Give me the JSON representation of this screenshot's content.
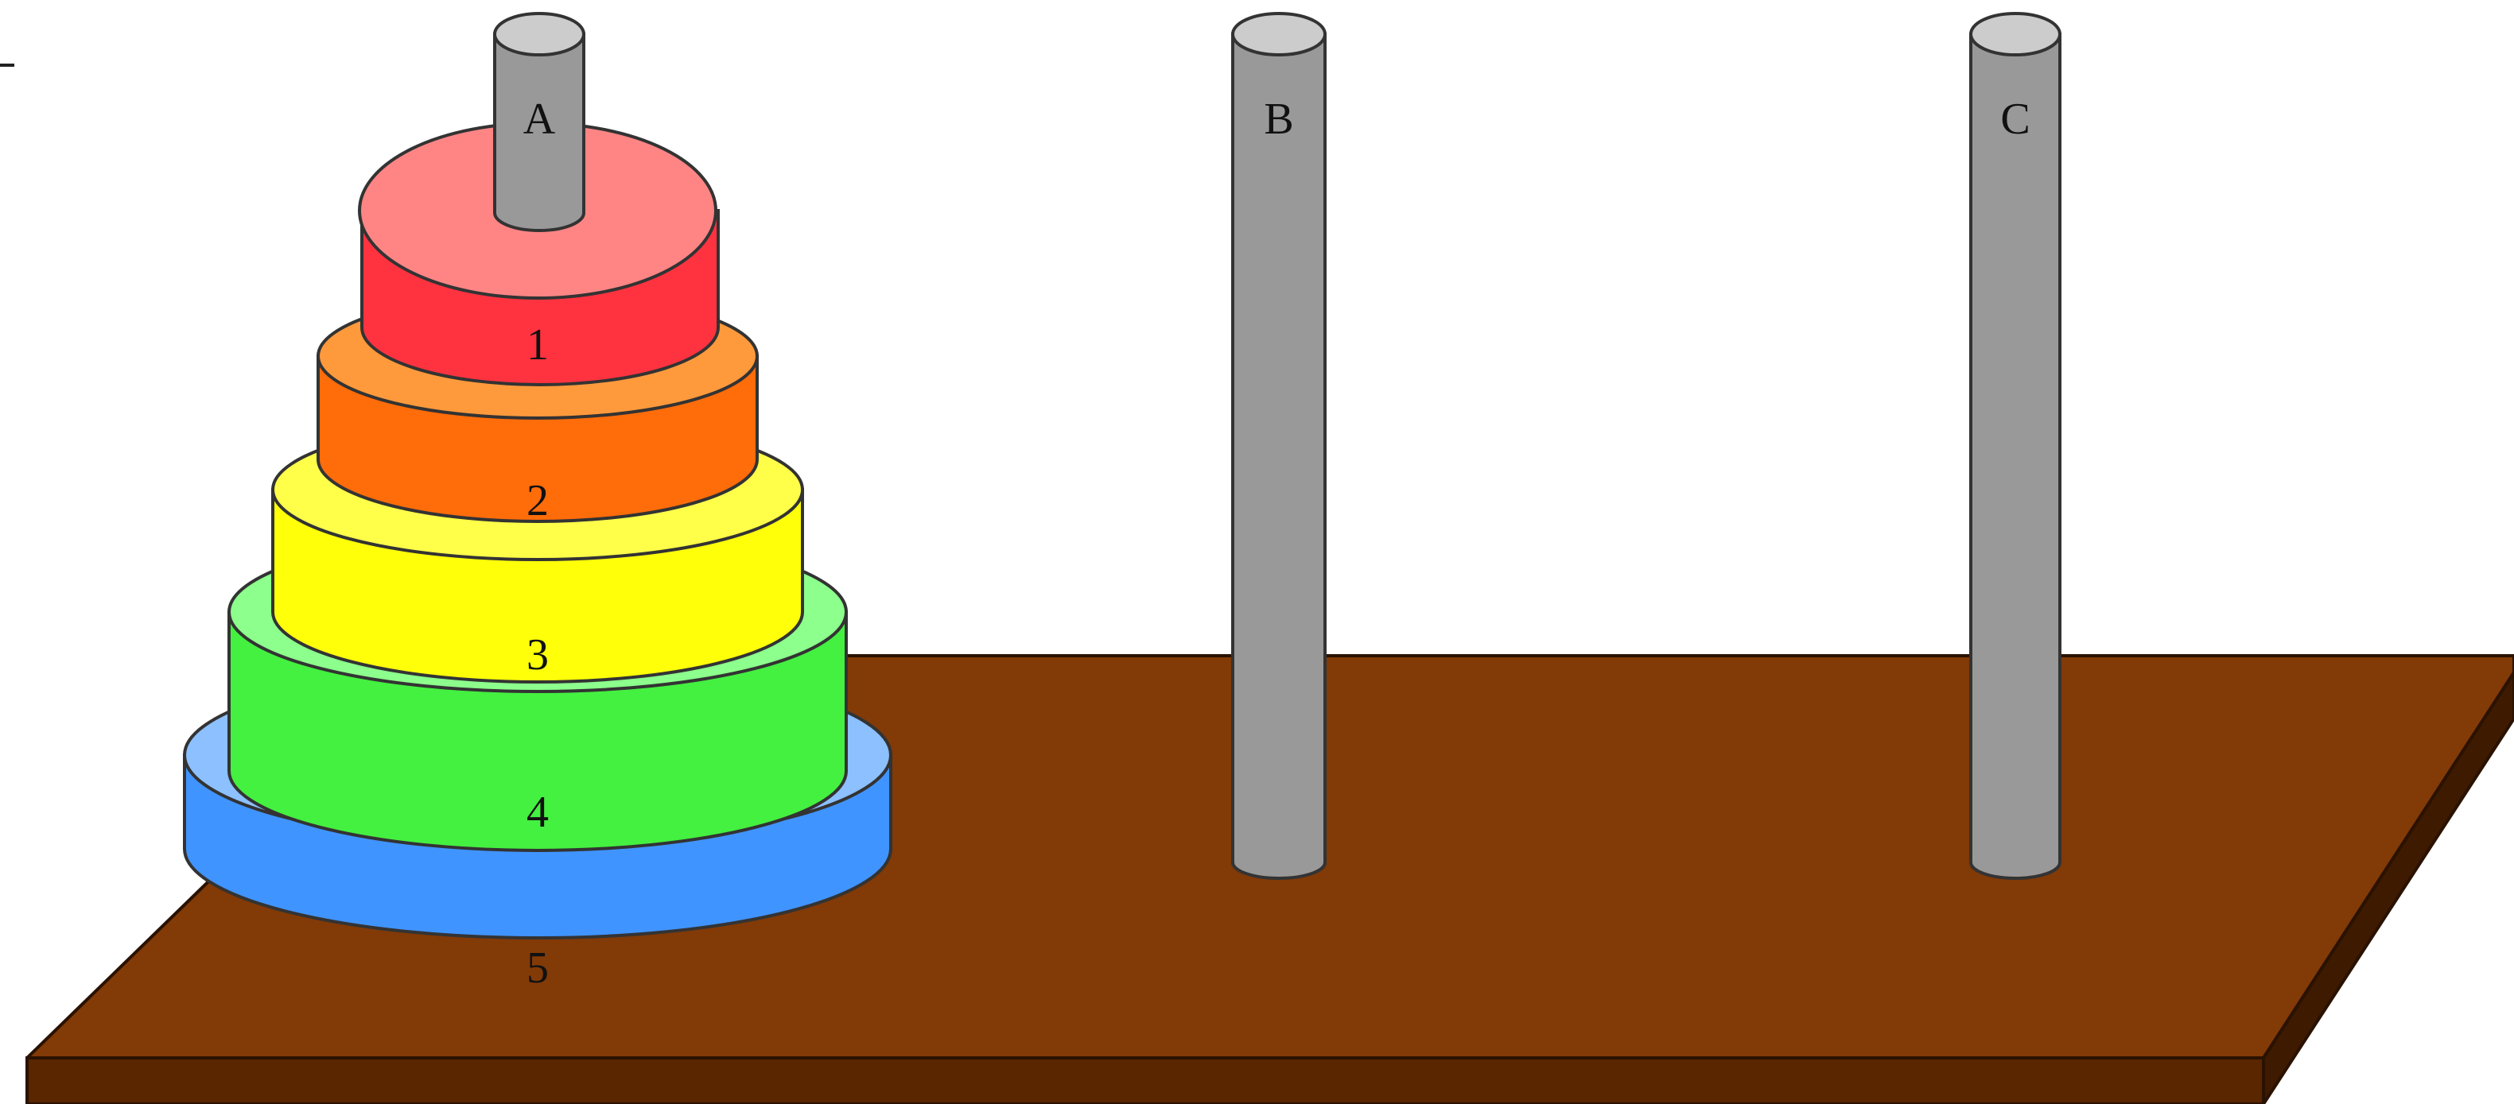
{
  "pegs": [
    {
      "label": "A"
    },
    {
      "label": "B"
    },
    {
      "label": "C"
    }
  ],
  "disks": [
    {
      "label": "1",
      "top_color": "#ff8585",
      "side_color": "#ff3340"
    },
    {
      "label": "2",
      "top_color": "#ff9a3c",
      "side_color": "#ff6c0a"
    },
    {
      "label": "3",
      "top_color": "#ffff4a",
      "side_color": "#ffff0a"
    },
    {
      "label": "4",
      "top_color": "#8cff8c",
      "side_color": "#44f040"
    },
    {
      "label": "5",
      "top_color": "#8cc0ff",
      "side_color": "#4094ff"
    }
  ],
  "colors": {
    "board_top": "#823a07",
    "board_front": "#592600",
    "board_side": "#3e1a00",
    "peg_body": "#999999",
    "peg_top": "#cccccc",
    "outline": "#333333"
  }
}
